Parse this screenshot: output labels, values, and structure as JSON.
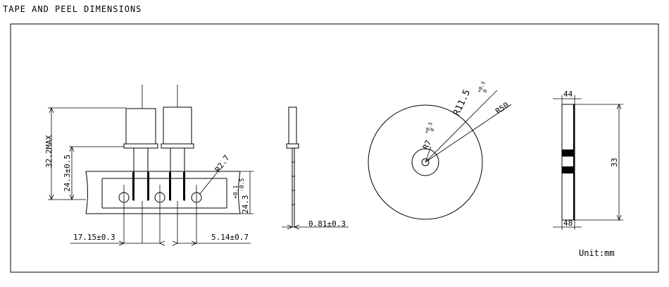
{
  "title": "TAPE AND PEEL DIMENSIONS",
  "labels": {
    "max_height": "32.2MAX",
    "body_height": "24.3±0.5",
    "radius_hole": "R2.7",
    "tape_height": "24.3",
    "tape_height_tol_plus": "+0.1",
    "tape_height_tol_minus": "-0.5",
    "pitch_left": "17.15±0.3",
    "pitch_right": "5.14±0.7",
    "lead_thickness": "0.81±0.3",
    "reel_radius_outer": "R11.5",
    "reel_radius_outer_tol_plus": "+0.5",
    "reel_radius_outer_tol_minus": "0",
    "reel_radius_large": "R50",
    "hub_radius": "R7",
    "hub_tol_plus": "+0.5",
    "hub_tol_minus": "0",
    "reel_width": "44",
    "reel_height": "33",
    "reel_thickness": "48",
    "unit": "Unit:mm"
  }
}
